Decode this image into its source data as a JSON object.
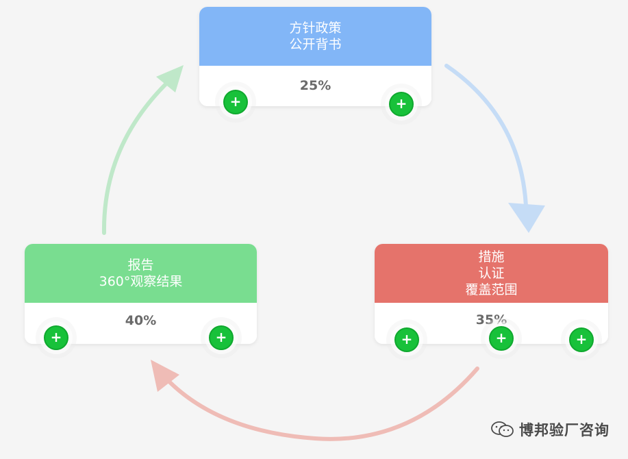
{
  "colors": {
    "blue": "#82b6f7",
    "red": "#e5736b",
    "green": "#79dd90",
    "plus": "#18c13a"
  },
  "cards": {
    "top": {
      "lines": [
        "方针政策",
        "公开背书"
      ],
      "value": "25%"
    },
    "right": {
      "lines": [
        "措施",
        "认证",
        "覆盖范围"
      ],
      "value": "35%"
    },
    "left": {
      "lines": [
        "报告",
        "360°观察结果"
      ],
      "value": "40%"
    }
  },
  "plus_icon": "plus-circle-icon",
  "plus_glyph": "+",
  "watermark": {
    "text": "博邦验厂咨询",
    "icon": "wechat-icon"
  }
}
